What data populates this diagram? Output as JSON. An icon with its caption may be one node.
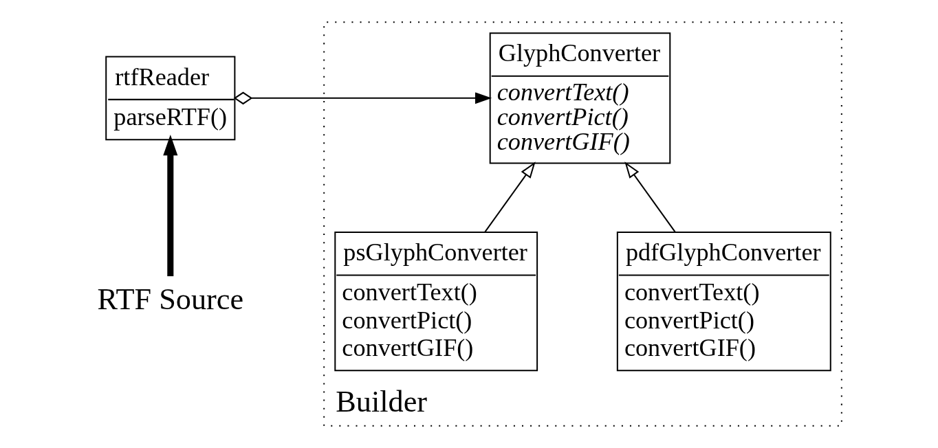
{
  "diagram": {
    "nodes": [
      {
        "text": [
          "Builder"
        ]
      },
      {
        "text": [
          "rtfReader",
          "parseRTF()"
        ]
      },
      {
        "text": [
          "GlyphConverter",
          "convertText()",
          "convertPict()",
          "convertGIF()"
        ],
        "in": 0
      },
      {
        "text": [
          "psGlyphConverter",
          "convertText()",
          "convertPict()",
          "convertGIF()"
        ],
        "in": 0
      },
      {
        "text": [
          "pdfGlyphConverter",
          "convertText()",
          "convertPict()",
          "convertGIF()"
        ],
        "in": 0
      },
      {
        "text": [
          "RTF Source"
        ]
      }
    ],
    "edges": [
      {
        "from": 1,
        "to": 2,
        "arrow": "to"
      },
      {
        "from": 3,
        "to": 2,
        "arrow": "to"
      },
      {
        "from": 4,
        "to": 2,
        "arrow": "to"
      },
      {
        "from": 5,
        "to": 1,
        "arrow": "to",
        "style": "thick"
      }
    ]
  }
}
